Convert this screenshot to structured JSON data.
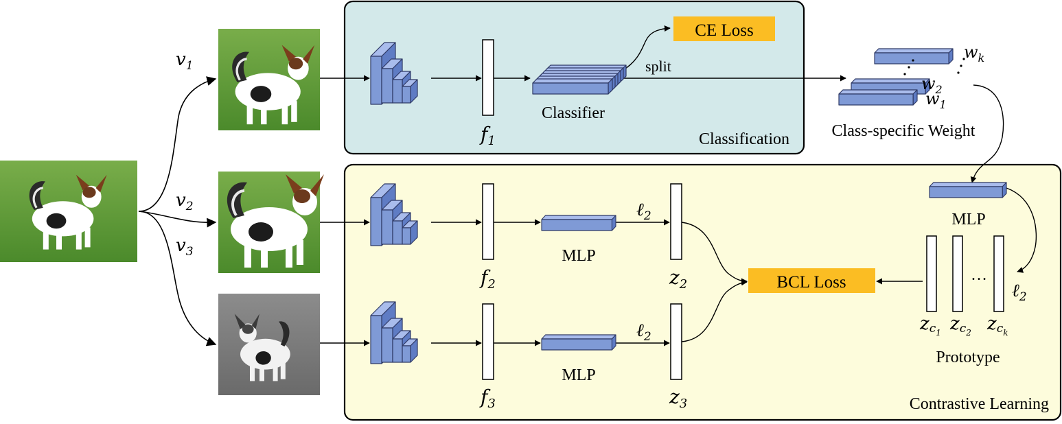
{
  "colors": {
    "classification_bg": "#d3e9ea",
    "contrastive_bg": "#fdfcdc",
    "block_blue": "#7f9ad6",
    "block_edge": "#2f3a66",
    "loss_yellow": "#fbbd23",
    "grass": "#5f9c36"
  },
  "views": {
    "v1": "v",
    "v1_sub": "1",
    "v2": "v",
    "v2_sub": "2",
    "v3": "v",
    "v3_sub": "3"
  },
  "classification": {
    "region_label": "Classification",
    "feature": "f",
    "feature_sub": "1",
    "classifier_label": "Classifier",
    "split_label": "split",
    "ce_loss": "CE Loss"
  },
  "weights": {
    "label": "Class-specific Weight",
    "w1": "w",
    "w1_sub": "1",
    "w2": "w",
    "w2_sub": "2",
    "wk": "w",
    "wk_sub": "k"
  },
  "contrastive": {
    "region_label": "Contrastive Learning",
    "f2": "f",
    "f2_sub": "2",
    "f3": "f",
    "f3_sub": "3",
    "mlp_label_1": "MLP",
    "mlp_label_2": "MLP",
    "l2_a": "ℓ",
    "l2_a_sub": "2",
    "l2_b": "ℓ",
    "l2_b_sub": "2",
    "z2": "z",
    "z2_sub": "2",
    "z3": "z",
    "z3_sub": "3",
    "bcl_loss": "BCL Loss",
    "proto_mlp_label": "MLP",
    "l2_c": "ℓ",
    "l2_c_sub": "2",
    "prototype_label": "Prototype",
    "zc1": "z",
    "zc1_sub": "c",
    "zc1_subsub": "1",
    "zc2": "z",
    "zc2_sub": "c",
    "zc2_subsub": "2",
    "zck": "z",
    "zck_sub": "c",
    "zck_subsub": "k",
    "ellipsis": "…"
  },
  "images": {
    "original": "dog-photo",
    "view1": "dog-photo-crop",
    "view2": "dog-photo-zoom",
    "view3": "dog-photo-grayscale"
  }
}
